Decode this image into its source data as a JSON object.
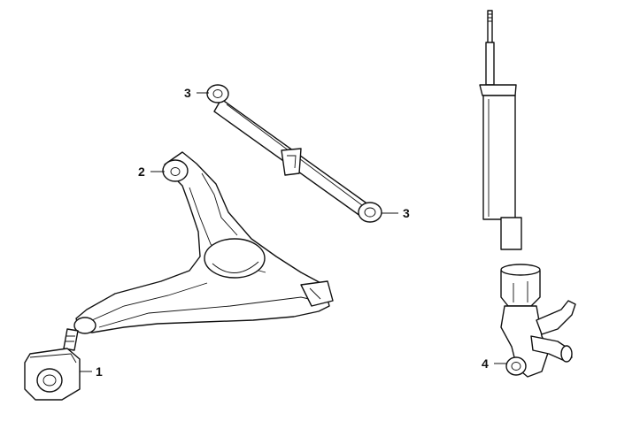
{
  "callouts": [
    {
      "label": "1",
      "part": "bushing"
    },
    {
      "label": "2",
      "part": "control-arm-bushing"
    },
    {
      "label": "3",
      "part": "link-rod-upper-end"
    },
    {
      "label": "3",
      "part": "link-rod-lower-end"
    },
    {
      "label": "4",
      "part": "knuckle-bushing"
    }
  ],
  "colors": {
    "line": "#111111",
    "background": "#ffffff"
  }
}
